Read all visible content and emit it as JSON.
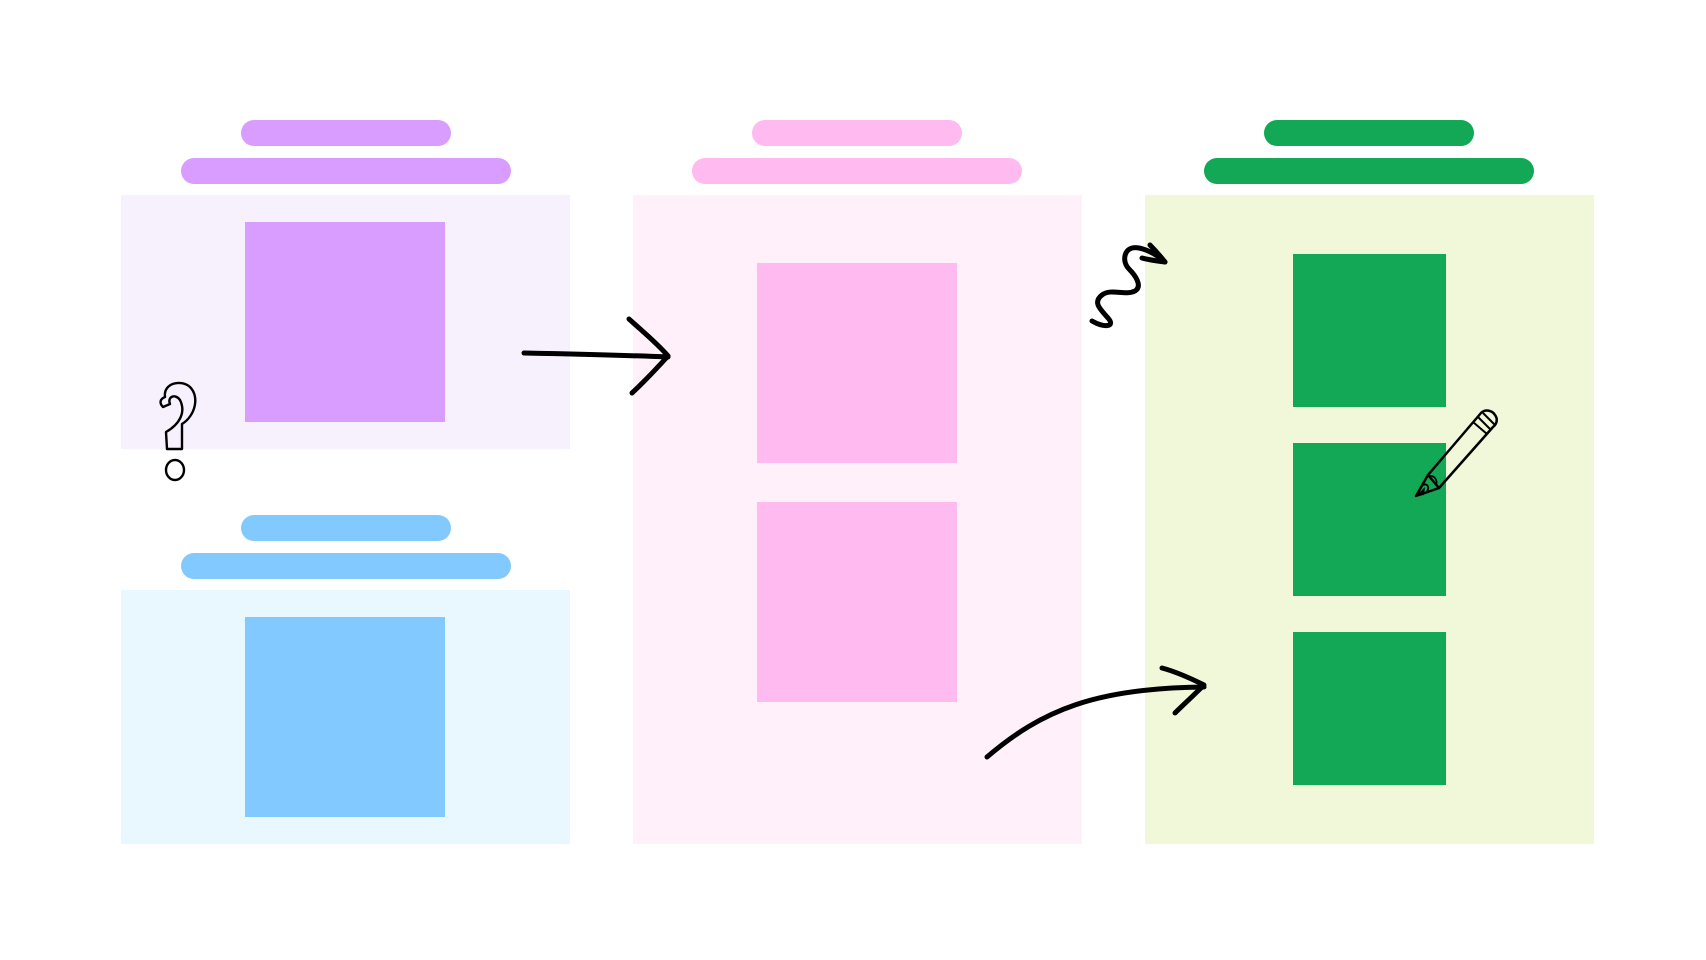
{
  "colors": {
    "background": "#ffffff",
    "purple": "#d99cff",
    "purple_frame": "#f7f1fd",
    "blue": "#81c9ff",
    "blue_frame": "#e8f8fe",
    "pink": "#ffbaf0",
    "pink_frame": "#fff0fa",
    "green": "#12a855",
    "green_frame": "#f1f8d9",
    "ink": "#000000"
  },
  "diagram": {
    "groups": [
      {
        "name": "purple-group",
        "color": "purple",
        "note_count": 1
      },
      {
        "name": "blue-group",
        "color": "blue",
        "note_count": 1
      },
      {
        "name": "pink-group",
        "color": "pink",
        "note_count": 2
      },
      {
        "name": "green-group",
        "color": "green",
        "note_count": 3
      }
    ],
    "doodles": [
      "question-mark-icon",
      "straight-arrow-icon",
      "squiggle-arrow-icon",
      "curved-arrow-icon",
      "pencil-icon"
    ]
  }
}
